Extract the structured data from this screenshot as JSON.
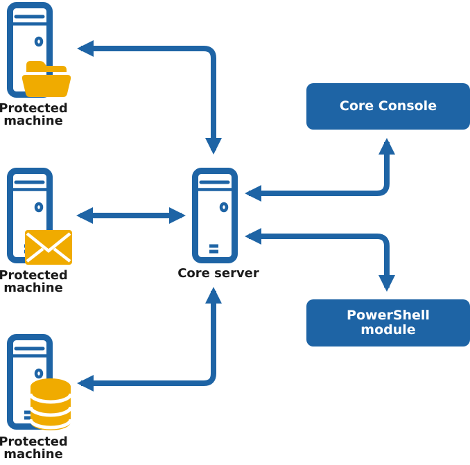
{
  "diagram": {
    "colors": {
      "blue": "#1E64A5",
      "yellow": "#F0AB00",
      "label_text": "#1A1A1A",
      "box_text": "#FFFFFF",
      "canvas_bg": "#FFFFFF"
    },
    "nodes": {
      "protected_machine_1": {
        "label_line1": "Protected",
        "label_line2": "machine",
        "icon": "server-tower-icon",
        "accent_icon": "folder-icon"
      },
      "protected_machine_2": {
        "label_line1": "Protected",
        "label_line2": "machine",
        "icon": "server-tower-icon",
        "accent_icon": "envelope-icon"
      },
      "protected_machine_3": {
        "label_line1": "Protected",
        "label_line2": "machine",
        "icon": "server-tower-icon",
        "accent_icon": "database-icon"
      },
      "core_server": {
        "label": "Core server",
        "icon": "server-tower-icon"
      },
      "core_console": {
        "label": "Core Console"
      },
      "powershell_module": {
        "label_line1": "PowerShell",
        "label_line2": "module"
      }
    },
    "edges": [
      {
        "from": "protected_machine_1",
        "to": "core_server",
        "direction": "bidirectional",
        "shape": "elbow"
      },
      {
        "from": "protected_machine_2",
        "to": "core_server",
        "direction": "bidirectional",
        "shape": "straight"
      },
      {
        "from": "protected_machine_3",
        "to": "core_server",
        "direction": "bidirectional",
        "shape": "elbow"
      },
      {
        "from": "core_server",
        "to": "core_console",
        "direction": "bidirectional",
        "shape": "elbow"
      },
      {
        "from": "core_server",
        "to": "powershell_module",
        "direction": "bidirectional",
        "shape": "elbow"
      }
    ]
  }
}
